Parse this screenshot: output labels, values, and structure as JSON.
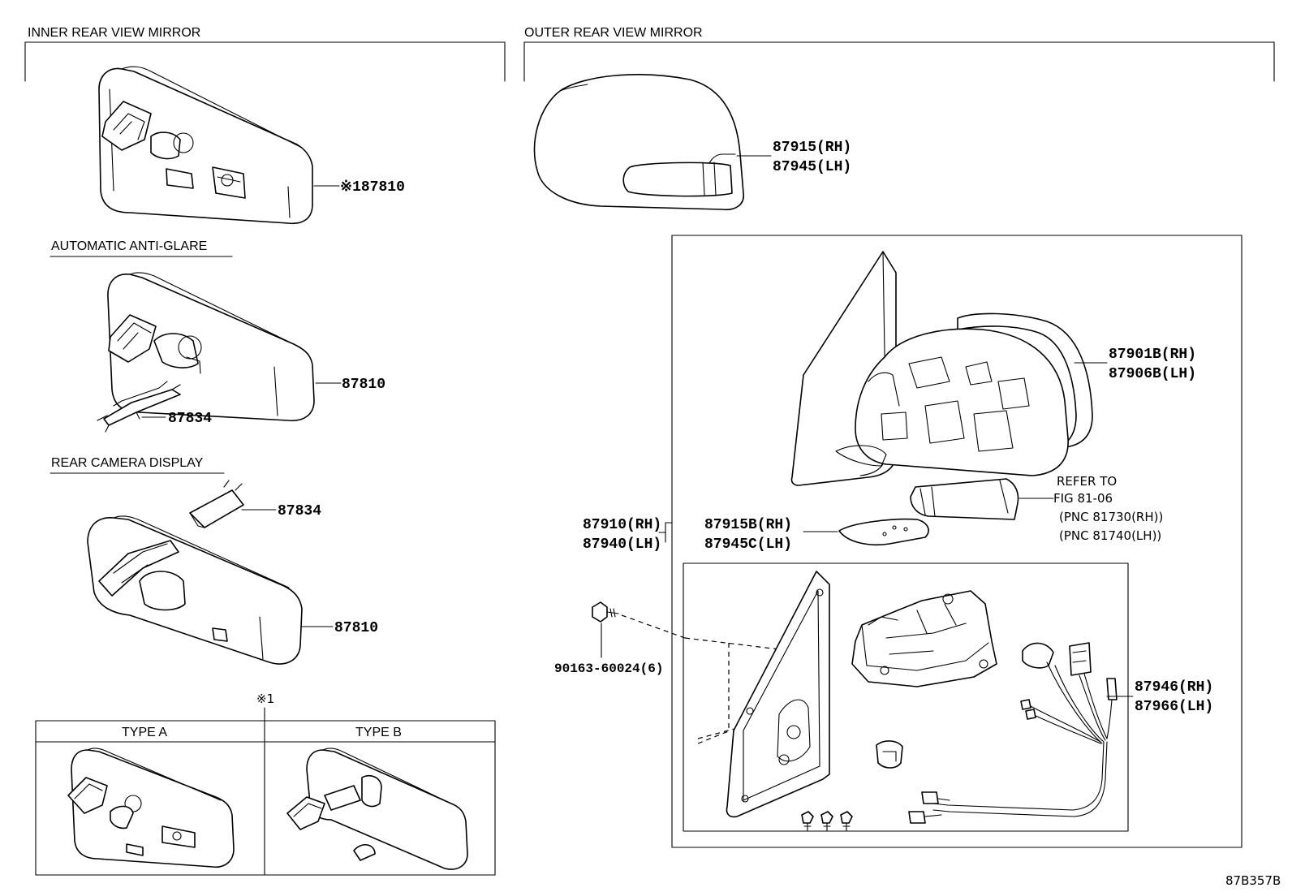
{
  "sections": {
    "inner": "INNER REAR VIEW MIRROR",
    "outer": "OUTER REAR VIEW MIRROR",
    "anti_glare": "AUTOMATIC ANTI-GLARE",
    "camera": "REAR CAMERA DISPLAY",
    "type_a": "TYPE A",
    "type_b": "TYPE B",
    "note_mark": "※1"
  },
  "parts": {
    "inner_mirror_note": "※187810",
    "anti_glare_mirror": "87810",
    "anti_glare_clip": "87834",
    "camera_clip": "87834",
    "camera_mirror": "87810",
    "cover_rh": "87915(RH)",
    "cover_lh": "87945(LH)",
    "housing_rh": "87901B(RH)",
    "housing_lh": "87906B(LH)",
    "assy_rh": "87910(RH)",
    "assy_lh": "87940(LH)",
    "cover_b_rh": "87915B(RH)",
    "cover_b_lh": "87945C(LH)",
    "bolt": "90163-60024(6)",
    "harness_rh": "87946(RH)",
    "harness_lh": "87966(LH)"
  },
  "reference": {
    "line1": "REFER TO",
    "line2": "FIG 81-06",
    "line3": "(PNC 81730(RH))",
    "line4": "(PNC 81740(LH))"
  },
  "figure_code": "87B357B"
}
